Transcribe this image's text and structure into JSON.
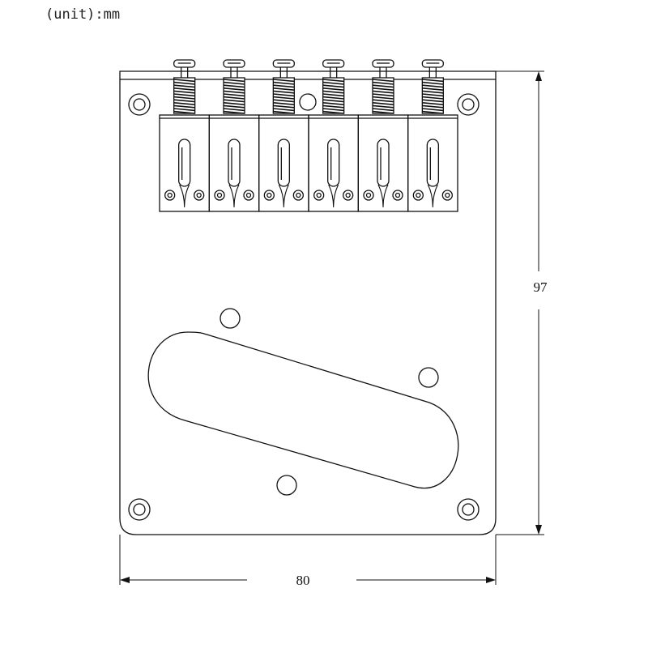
{
  "caption": {
    "unit": "(unit):mm"
  },
  "dimensions": {
    "height": "97",
    "width": "80"
  },
  "bridge": {
    "saddle_count": 6,
    "mounting_screws": 4,
    "pickup_mount_holes": 3
  },
  "colors": {
    "line": "#111111",
    "background": "#ffffff"
  }
}
